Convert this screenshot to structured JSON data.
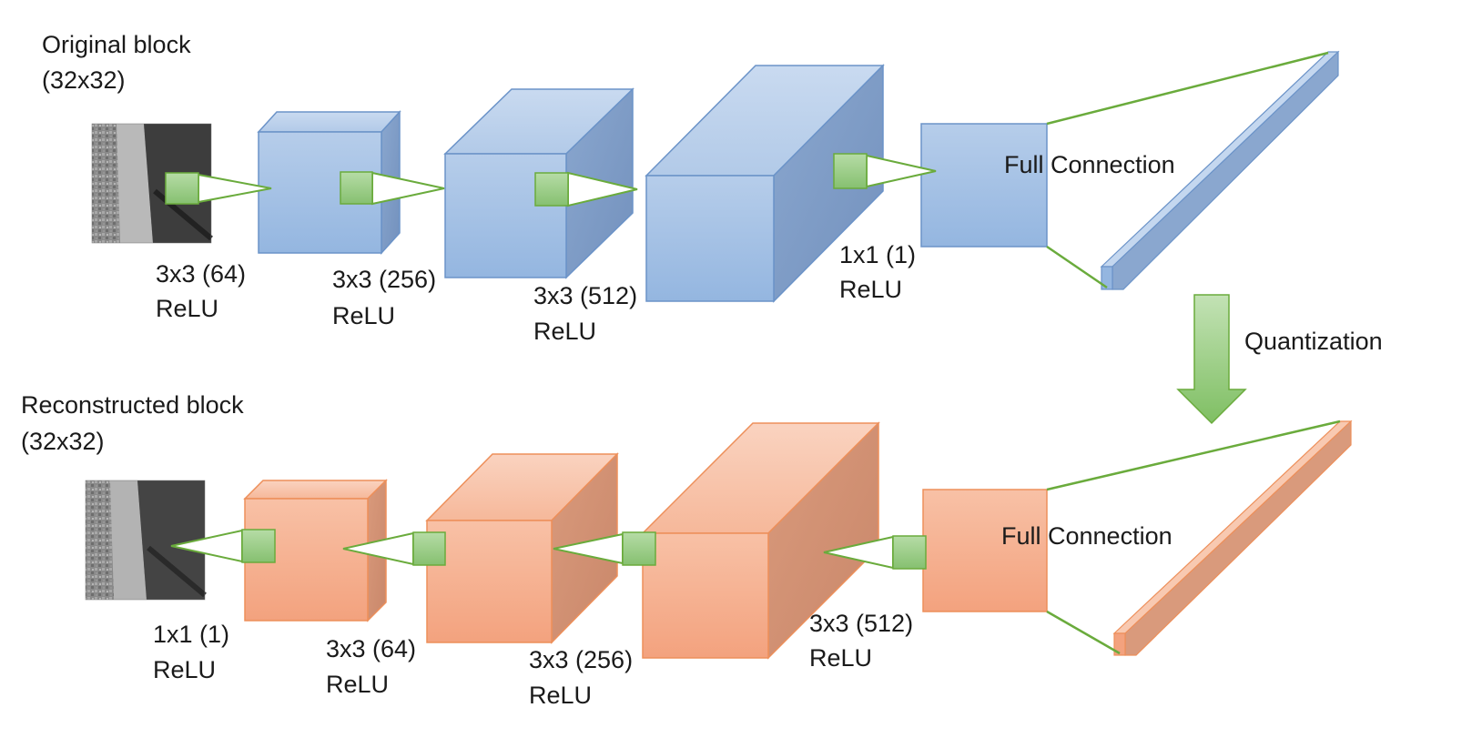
{
  "encoder": {
    "title_line1": "Original block",
    "title_line2": "(32x32)",
    "conv1": {
      "line1": "3x3 (64)",
      "line2": "ReLU"
    },
    "conv2": {
      "line1": "3x3 (256)",
      "line2": "ReLU"
    },
    "conv3": {
      "line1": "3x3 (512)",
      "line2": "ReLU"
    },
    "conv4": {
      "line1": "1x1 (1)",
      "line2": "ReLU"
    },
    "fc_label": "Full Connection"
  },
  "quantization_label": "Quantization",
  "decoder": {
    "title_line1": "Reconstructed block",
    "title_line2": "(32x32)",
    "conv1": {
      "line1": "1x1 (1)",
      "line2": "ReLU"
    },
    "conv2": {
      "line1": "3x3 (64)",
      "line2": "ReLU"
    },
    "conv3": {
      "line1": "3x3 (256)",
      "line2": "ReLU"
    },
    "conv4": {
      "line1": "3x3 (512)",
      "line2": "ReLU"
    },
    "fc_label": "Full Connection"
  },
  "colors": {
    "encoder_fill": "#a4c0e4",
    "encoder_stroke": "#6b93c8",
    "decoder_fill": "#f5ae8c",
    "decoder_stroke": "#ed8f5a",
    "kernel_fill": "#8fc87a",
    "kernel_stroke": "#6aab3c"
  }
}
